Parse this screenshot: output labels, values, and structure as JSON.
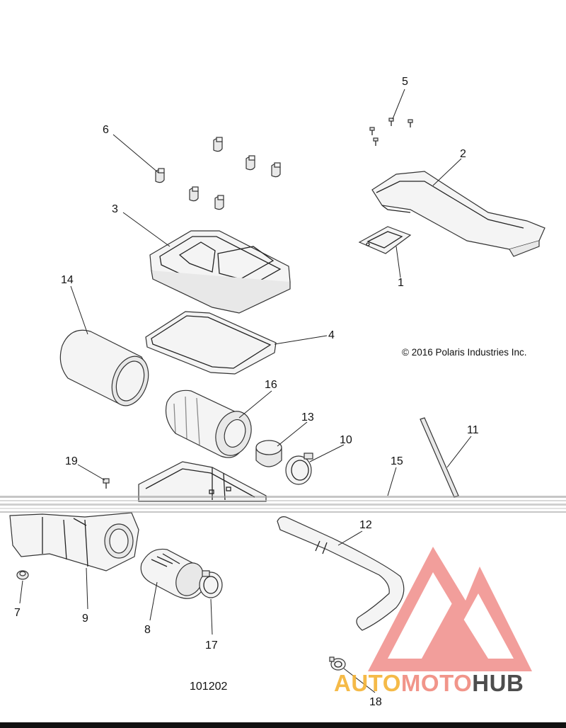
{
  "callouts": {
    "c1": "1",
    "c2": "2",
    "c3": "3",
    "c4": "4",
    "c5": "5",
    "c6": "6",
    "c7": "7",
    "c8": "8",
    "c9": "9",
    "c10": "10",
    "c11": "11",
    "c12": "12",
    "c13": "13",
    "c14": "14",
    "c15": "15",
    "c16": "16",
    "c17": "17",
    "c18": "18",
    "c19": "19"
  },
  "copyright": "© 2016 Polaris Industries Inc.",
  "diagram_ref": "101202",
  "watermark": {
    "part_a": "AUTO",
    "part_b": "MOTO",
    "part_c": "HUB",
    "color_a": "#f5b335",
    "color_b": "#f08a7e",
    "color_c": "#3a3a3a",
    "logo_color": "#e8504a"
  }
}
